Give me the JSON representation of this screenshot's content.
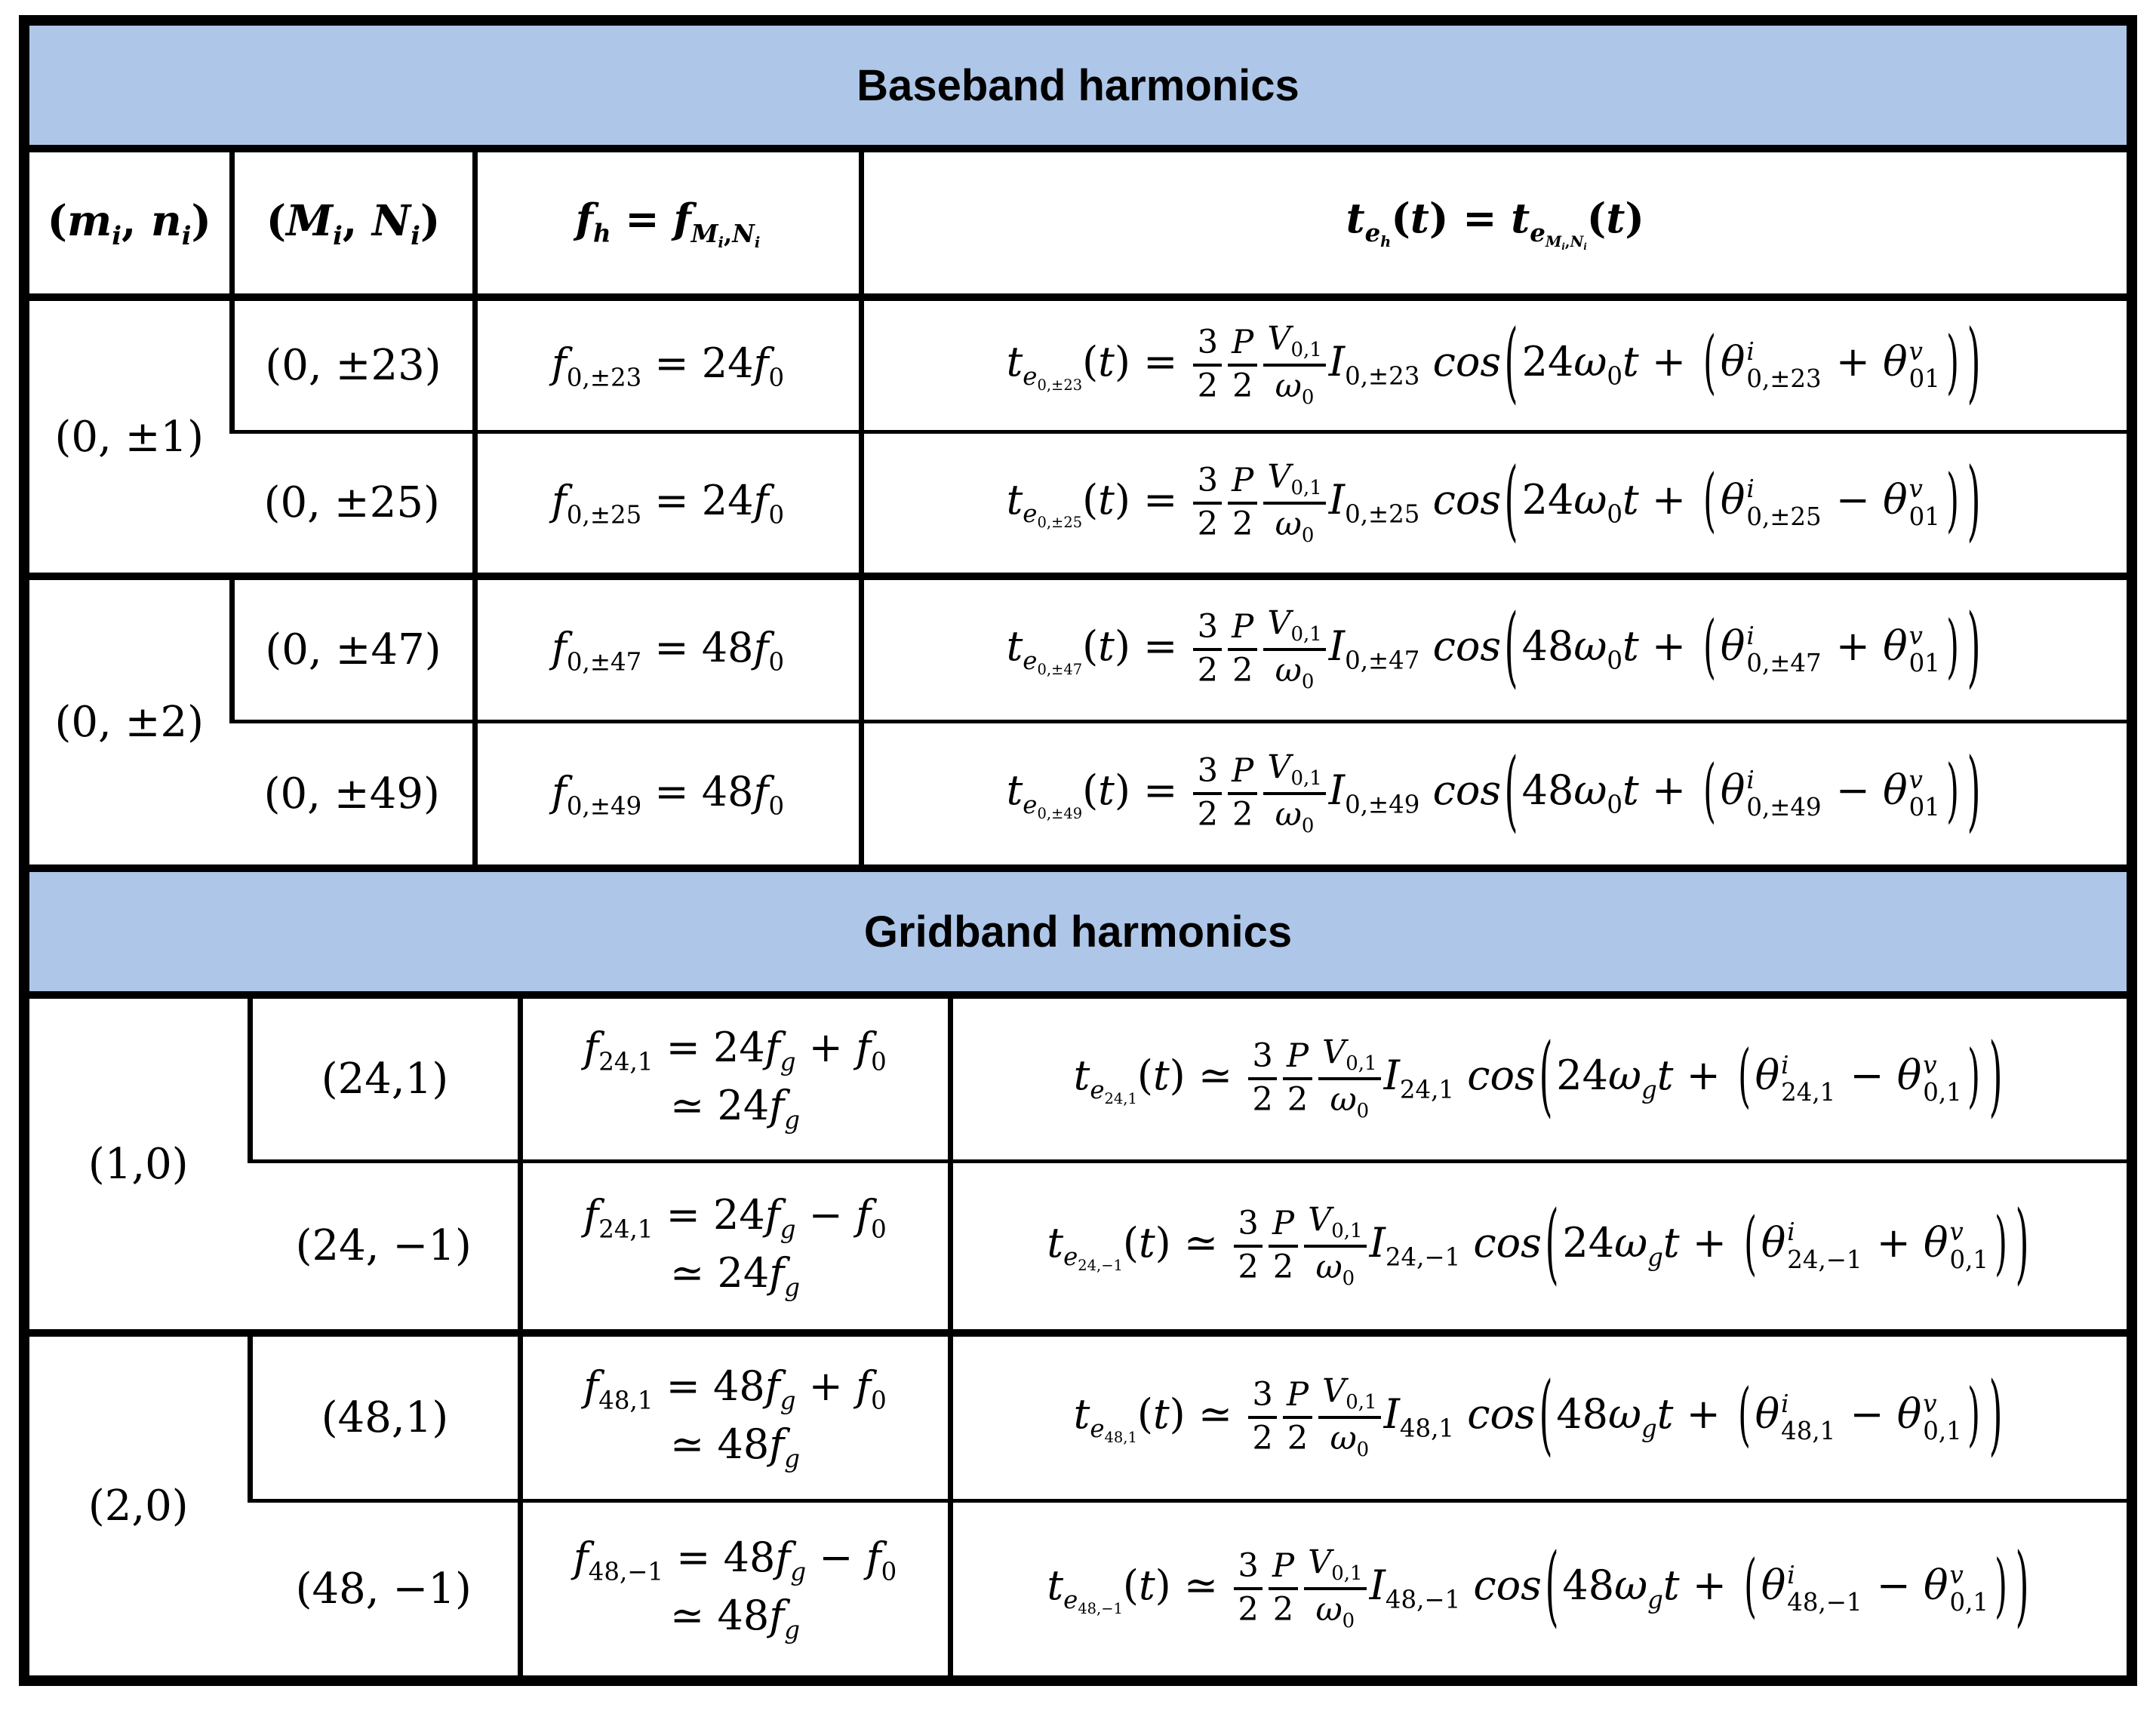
{
  "page": {
    "background": "#ffffff",
    "band_color": "#aec6e8",
    "border_color": "#000000",
    "text_color": "#000000"
  },
  "sections": {
    "baseband": {
      "band_title": "Baseband harmonics",
      "headers": [
        "(m_{i}, n_{i})",
        "(M_{i}, N_{i})",
        "f_{h} = f_{M_{i},N_{i}}",
        "t_{e_{h}}(t) = t_{e_{M_{i},N_{i}}}(t)"
      ],
      "groups": [
        {
          "mn": "(0, ±1)",
          "rows": [
            {
              "MN": "(0, ±23)",
              "f": [
                "f_{0,±23} = 24f_{0}"
              ],
              "te": "t_{e_{0,±23}}(t) = \\f{3}{2}\\f{P}{2}\\f{V_{0,1}}{ω_{0}}I_{0,±23} cos\\L(24ω_{0}t + \\l(θ\\ss{i}{0,±23} + θ\\ss{v}{01}\\r)\\R)"
            },
            {
              "MN": "(0, ±25)",
              "f": [
                "f_{0,±25} = 24f_{0}"
              ],
              "te": "t_{e_{0,±25}}(t) = \\f{3}{2}\\f{P}{2}\\f{V_{0,1}}{ω_{0}}I_{0,±25} cos\\L(24ω_{0}t + \\l(θ\\ss{i}{0,±25} − θ\\ss{v}{01}\\r)\\R)"
            }
          ]
        },
        {
          "mn": "(0, ±2)",
          "rows": [
            {
              "MN": "(0, ±47)",
              "f": [
                "f_{0,±47} = 48f_{0}"
              ],
              "te": "t_{e_{0,±47}}(t) = \\f{3}{2}\\f{P}{2}\\f{V_{0,1}}{ω_{0}}I_{0,±47} cos\\L(48ω_{0}t + \\l(θ\\ss{i}{0,±47} + θ\\ss{v}{01}\\r)\\R)"
            },
            {
              "MN": "(0, ±49)",
              "f": [
                "f_{0,±49} = 48f_{0}"
              ],
              "te": "t_{e_{0,±49}}(t) = \\f{3}{2}\\f{P}{2}\\f{V_{0,1}}{ω_{0}}I_{0,±49} cos\\L(48ω_{0}t + \\l(θ\\ss{i}{0,±49} − θ\\ss{v}{01}\\r)\\R)"
            }
          ]
        }
      ]
    },
    "gridband": {
      "band_title": "Gridband harmonics",
      "groups": [
        {
          "mn": "(1,0)",
          "rows": [
            {
              "MN": "(24,1)",
              "f": [
                "f_{24,1} = 24f_{g} + f_{0}",
                "≃ 24f_{g}"
              ],
              "te": "t_{e_{24,1}}(t) ≃ \\f{3}{2}\\f{P}{2}\\f{V_{0,1}}{ω_{0}}I_{24,1} cos\\L(24ω_{g}t + \\l(θ\\ss{i}{24,1} − θ\\ss{v}{0,1}\\r)\\R)"
            },
            {
              "MN": "(24, −1)",
              "f": [
                "f_{24,1} = 24f_{g} − f_{0}",
                "≃ 24f_{g}"
              ],
              "te": "t_{e_{24,−1}}(t) ≃ \\f{3}{2}\\f{P}{2}\\f{V_{0,1}}{ω_{0}}I_{24,−1} cos\\L(24ω_{g}t + \\l(θ\\ss{i}{24,−1} + θ\\ss{v}{0,1}\\r)\\R)"
            }
          ]
        },
        {
          "mn": "(2,0)",
          "rows": [
            {
              "MN": "(48,1)",
              "f": [
                "f_{48,1} = 48f_{g} + f_{0}",
                "≃ 48f_{g}"
              ],
              "te": "t_{e_{48,1}}(t) ≃ \\f{3}{2}\\f{P}{2}\\f{V_{0,1}}{ω_{0}}I_{48,1} cos\\L(48ω_{g}t + \\l(θ\\ss{i}{48,1} − θ\\ss{v}{0,1}\\r)\\R)"
            },
            {
              "MN": "(48, −1)",
              "f": [
                "f_{48,−1} = 48f_{g} − f_{0}",
                "≃ 48f_{g}"
              ],
              "te": "t_{e_{48,−1}}(t) ≃ \\f{3}{2}\\f{P}{2}\\f{V_{0,1}}{ω_{0}}I_{48,−1} cos\\L(48ω_{g}t + \\l(θ\\ss{i}{48,−1} − θ\\ss{v}{0,1}\\r)\\R)"
            }
          ]
        }
      ]
    }
  }
}
